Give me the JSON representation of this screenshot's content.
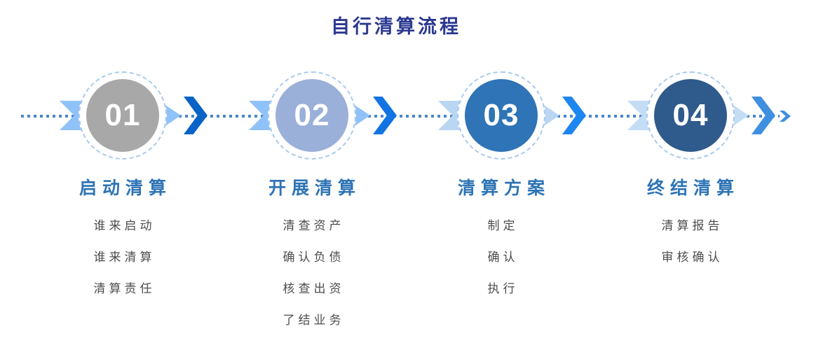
{
  "title": "自行清算流程",
  "flow": {
    "colors": {
      "title_text": "#2b3990",
      "heading_text": "#2e74b5",
      "item_text": "#4d4d4d",
      "dotted_line": "#4a86c8",
      "ring_dash": "#a9c9ee",
      "end_arrow": "#3f8fe0",
      "number_text": "#ffffff"
    },
    "steps": [
      {
        "number": "01",
        "heading": "启动清算",
        "items": [
          "谁来启动",
          "谁来清算",
          "清算责任"
        ],
        "circle_color": "#a8a8a8",
        "band_color": "#8fc2f8",
        "chevron_color": "#0a63c6"
      },
      {
        "number": "02",
        "heading": "开展清算",
        "items": [
          "清查资产",
          "确认负债",
          "核查出资",
          "了结业务"
        ],
        "circle_color": "#9ab0d8",
        "band_color": "#8fc2f8",
        "chevron_color": "#1273e3"
      },
      {
        "number": "03",
        "heading": "清算方案",
        "items": [
          "制定",
          "确认",
          "执行"
        ],
        "circle_color": "#2e74b6",
        "band_color": "#b9d6f3",
        "chevron_color": "#1e86ef"
      },
      {
        "number": "04",
        "heading": "终结清算",
        "items": [
          "清算报告",
          "审核确认"
        ],
        "circle_color": "#2f5a8c",
        "band_color": "#c3ddf5",
        "chevron_color": "#3f8fe0"
      }
    ]
  }
}
